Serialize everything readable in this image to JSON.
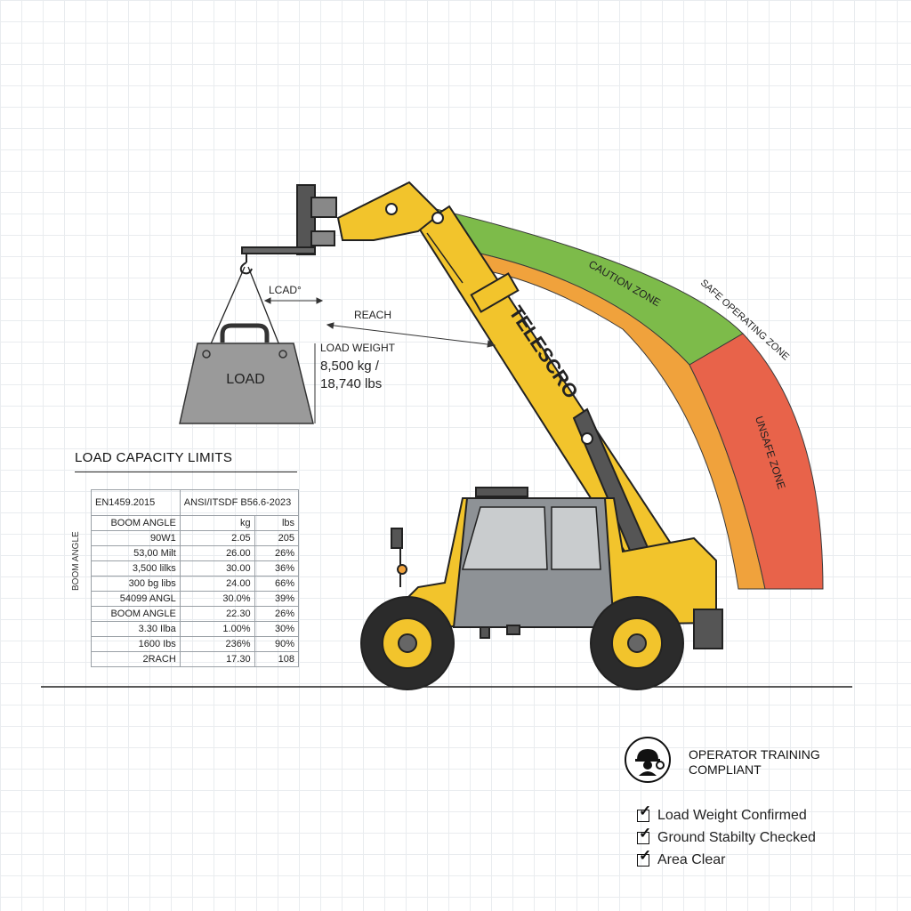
{
  "diagram": {
    "load_label": "LOAD",
    "load_dim_label": "LCAD°",
    "reach_label": "REACH",
    "load_weight_label": "LOAD WEIGHT",
    "load_weight_kg": "8,500 kg /",
    "load_weight_lbs": "18,740 lbs",
    "boom_text": "TELESCRO",
    "zones": {
      "caution": "CAUTION ZONE",
      "safe": "SAFE OPERATING ZONE",
      "unsafe": "UNSAFE ZONE"
    },
    "colors": {
      "machine_yellow": "#f2c42c",
      "safe_green": "#7dbb4a",
      "caution_orange": "#f0a23c",
      "unsafe_red": "#e8634a",
      "load_gray": "#9a9a9a",
      "cab_glass": "#8e9296"
    }
  },
  "table": {
    "title": "LOAD CAPACITY LIMITS",
    "side_label": "BOOM ANGLE",
    "standards": [
      "EN1459.2015",
      "ANSI/ITSDF B56.6-2023"
    ],
    "headers": [
      "BOOM ANGLE",
      "kg",
      "lbs"
    ],
    "rows": [
      [
        "90W1",
        "2.05",
        "205"
      ],
      [
        "53,00 Milt",
        "26.00",
        "26%"
      ],
      [
        "3,500 lilks",
        "30.00",
        "36%"
      ],
      [
        "300 bg libs",
        "24.00",
        "66%"
      ],
      [
        "54099 ANGL",
        "30.0%",
        "39%"
      ],
      [
        "BOOM ANGLE",
        "22.30",
        "26%"
      ],
      [
        "3.30 Ilba",
        "1.00%",
        "30%"
      ],
      [
        "1600 Ibs",
        "236%",
        "90%"
      ],
      [
        "2RACH",
        "17.30",
        "108"
      ]
    ]
  },
  "badge": {
    "icon": "operator-hardhat-icon",
    "line1": "OPERATOR TRAINING",
    "line2": "COMPLIANT"
  },
  "checklist": {
    "icon": "checkbox-checked-icon",
    "items": [
      "Load Weight Confirmed",
      "Ground Stabilty Checked",
      "Area Clear"
    ]
  }
}
